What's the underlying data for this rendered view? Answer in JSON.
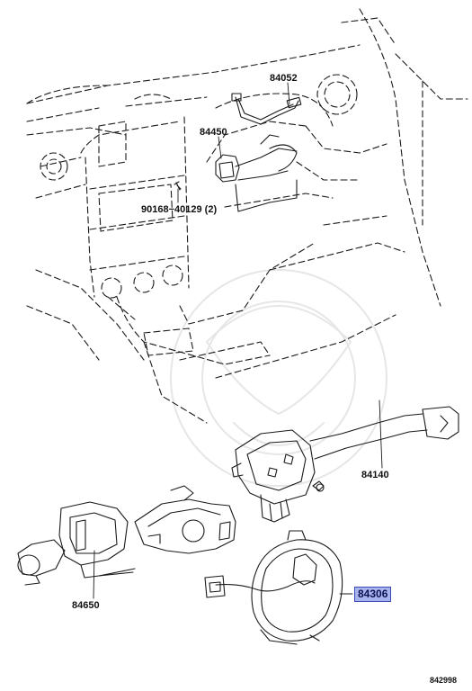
{
  "labels": {
    "p84052": "84052",
    "p84450": "84450",
    "p90168": "90168−40129 (2)",
    "p84140": "84140",
    "p84650": "84650",
    "p84306": "84306",
    "sheet": "842998"
  },
  "highlight_color": "#a9b4ee",
  "highlighted_part": "84306"
}
